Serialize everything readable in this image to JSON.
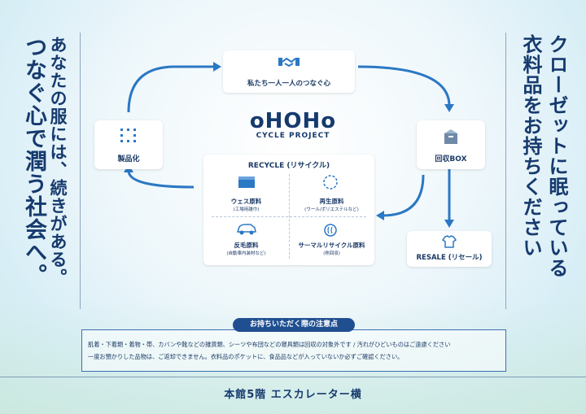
{
  "left_vertical": [
    "あなたの服には、続きがある。",
    "つなぐ心で潤う社会へ。"
  ],
  "right_vertical": [
    "クローゼットに眠っている",
    "衣料品をお持ちください"
  ],
  "logo": {
    "main": "oHOHo",
    "sub": "CYCLE PROJECT"
  },
  "cycle": {
    "top": "私たち一人一人のつなぐ心",
    "right": "回収BOX",
    "left": "製品化",
    "resale": "RESALE (リセール)"
  },
  "recycle": {
    "title": "RECYCLE (リサイクル)",
    "items": [
      {
        "name": "ウェス原料",
        "sub": "(工場用雑巾)"
      },
      {
        "name": "再生原料",
        "sub": "(ウール/ポリエステルなど)"
      },
      {
        "name": "反毛原料",
        "sub": "(自動車内装材など)"
      },
      {
        "name": "サーマルリサイクル原料",
        "sub": "(熱回収)"
      }
    ]
  },
  "notes": {
    "title": "お持ちいただく際の注意点",
    "lines": [
      "肌着・下着類・着物・帯、カバンや靴などの雑貨類、シーツや布団などの寝具類は回収の対象外です / 汚れがひどいものはご遠慮ください",
      "一度お預かりした品物は、ご返却できません。衣料品のポケットに、食品品などが入っていないか必ずご確認ください。"
    ]
  },
  "footer": "本館5階 エスカレーター横",
  "colors": {
    "navy": "#163a6e",
    "accent": "#2b78c4",
    "note_title_bg": "#1f4f91"
  }
}
